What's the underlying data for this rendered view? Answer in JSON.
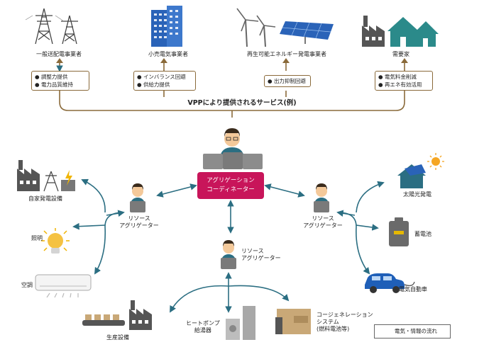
{
  "top_groups": [
    {
      "name": "一般送配電事業者",
      "services": [
        "調整力提供",
        "電力品質維持"
      ]
    },
    {
      "name": "小売電気事業者",
      "services": [
        "インバランス回避",
        "供給力提供"
      ]
    },
    {
      "name": "再生可能エネルギー発電事業者",
      "services": [
        "出力抑制回避"
      ]
    },
    {
      "name": "需要家",
      "services": [
        "電気料金削減",
        "再エネ有効活用"
      ]
    }
  ],
  "services_label": "VPPにより提供されるサービス(例)",
  "coordinator": {
    "line1": "アグリゲーション",
    "line2": "コーディネーター"
  },
  "resource_aggregator": {
    "line1": "リソース",
    "line2": "アグリゲーター"
  },
  "left_resources": [
    "自家発電設備",
    "照明",
    "空調"
  ],
  "right_resources": [
    "太陽光発電",
    "蓄電池",
    "電気自動車"
  ],
  "bottom_resources": {
    "production": "生産設備",
    "heatpump": [
      "ヒートポンプ",
      "給湯器"
    ],
    "cogeneration": [
      "コージェネレーション",
      "システム",
      "(燃料電池等)"
    ]
  },
  "legend": "電気・情報の流れ",
  "colors": {
    "brown": "#8a6a3a",
    "teal": "#2b6e82",
    "coordinator": "#c8155a",
    "gray": "#555555",
    "blue": "#2a63b8"
  }
}
